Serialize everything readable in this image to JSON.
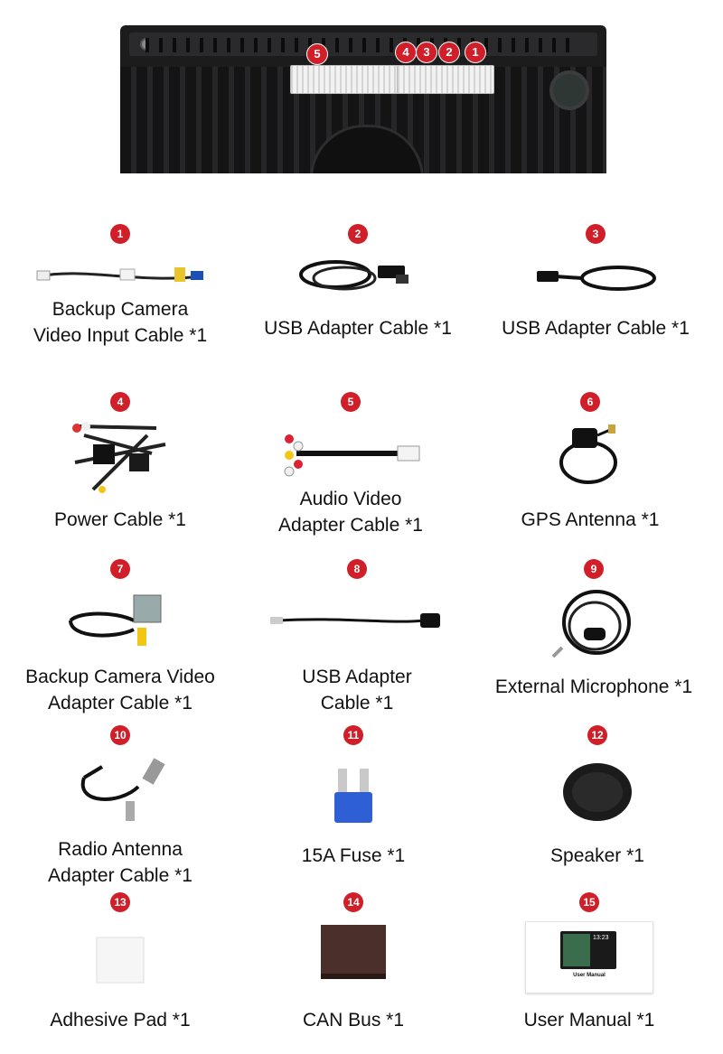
{
  "header": {
    "callouts": [
      "5",
      "4",
      "3",
      "2",
      "1"
    ]
  },
  "items": [
    {
      "num": "1",
      "label": "Backup Camera\nVideo Input Cable *1",
      "icon": "rca-cable-icon"
    },
    {
      "num": "2",
      "label": "USB Adapter Cable *1",
      "icon": "usb-cable-coil-icon"
    },
    {
      "num": "3",
      "label": "USB Adapter Cable *1",
      "icon": "usb-cable-coil-icon"
    },
    {
      "num": "4",
      "label": "Power Cable *1",
      "icon": "wiring-harness-icon"
    },
    {
      "num": "5",
      "label": "Audio Video\nAdapter Cable *1",
      "icon": "av-rca-harness-icon"
    },
    {
      "num": "6",
      "label": "GPS Antenna *1",
      "icon": "gps-antenna-icon"
    },
    {
      "num": "7",
      "label": "Backup Camera Video\nAdapter Cable *1",
      "icon": "camera-adapter-cable-icon"
    },
    {
      "num": "8",
      "label": "USB Adapter\nCable *1",
      "icon": "usb-adapter-cable-icon"
    },
    {
      "num": "9",
      "label": "External Microphone *1",
      "icon": "microphone-icon"
    },
    {
      "num": "10",
      "label": "Radio Antenna\nAdapter Cable *1",
      "icon": "antenna-adapter-icon"
    },
    {
      "num": "11",
      "label": "15A Fuse *1",
      "icon": "fuse-icon"
    },
    {
      "num": "12",
      "label": "Speaker *1",
      "icon": "speaker-icon"
    },
    {
      "num": "13",
      "label": "Adhesive Pad *1",
      "icon": "adhesive-pad-icon"
    },
    {
      "num": "14",
      "label": "CAN Bus *1",
      "icon": "can-bus-box-icon"
    },
    {
      "num": "15",
      "label": "User Manual *1",
      "icon": "user-manual-icon",
      "manual_caption": "User Manual",
      "screen_clock": "13:23"
    }
  ]
}
